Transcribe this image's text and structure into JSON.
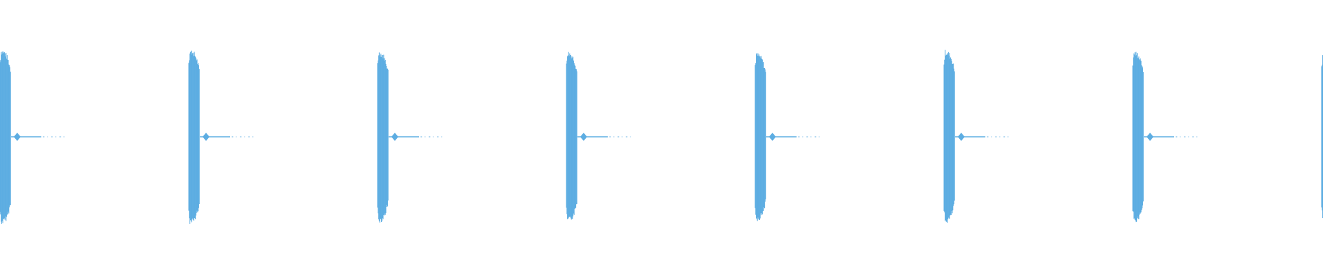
{
  "waveform": {
    "color": "#5dade2",
    "background": "#ffffff",
    "burst_count": 8,
    "bursts": [
      {
        "peak_amplitude": 1.0
      },
      {
        "peak_amplitude": 1.0
      },
      {
        "peak_amplitude": 0.98
      },
      {
        "peak_amplitude": 0.98
      },
      {
        "peak_amplitude": 0.96
      },
      {
        "peak_amplitude": 0.99
      },
      {
        "peak_amplitude": 0.98
      },
      {
        "peak_amplitude": 0.94
      }
    ]
  }
}
